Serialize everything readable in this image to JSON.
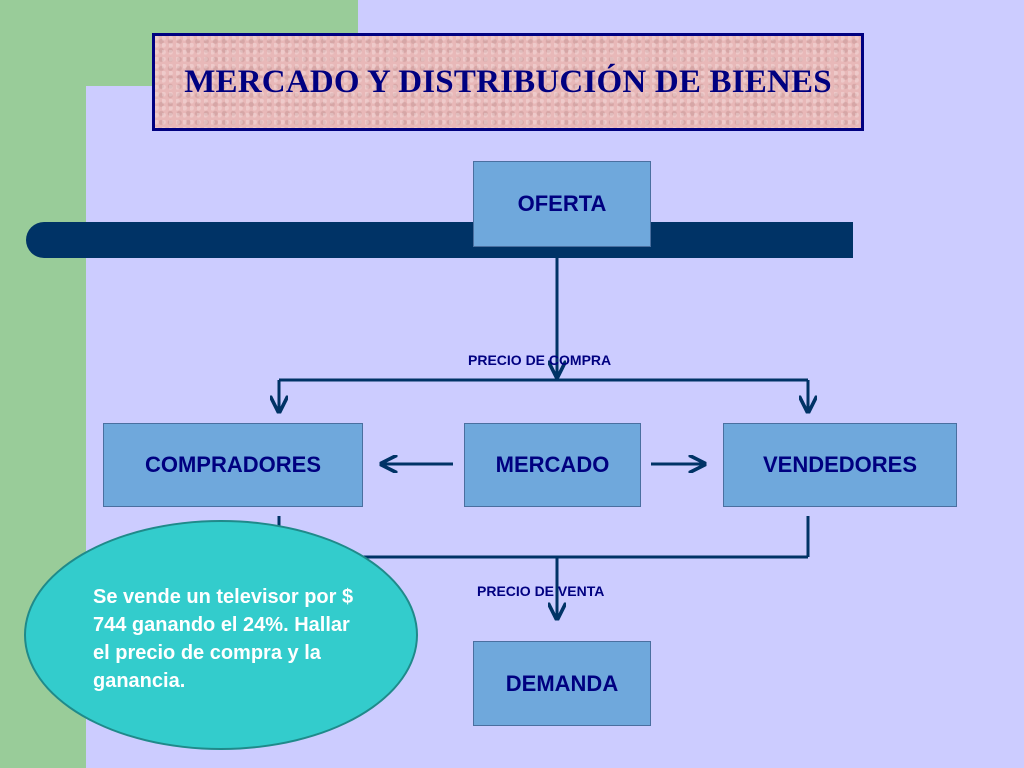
{
  "title": "MERCADO Y DISTRIBUCIÓN DE BIENES",
  "nodes": {
    "oferta": "OFERTA",
    "compradores": "COMPRADORES",
    "mercado": "MERCADO",
    "vendedores": "VENDEDORES",
    "demanda": "DEMANDA"
  },
  "labels": {
    "precio_compra": "PRECIO DE COMPRA",
    "precio_venta": "PRECIO DE VENTA"
  },
  "note": "Se vende un televisor por $ 744 ganando el 24%. Hallar el precio de compra y la ganancia.",
  "colors": {
    "background": "#ccccff",
    "accent_green": "#99cc99",
    "bar_navy": "#003366",
    "node_fill": "#6fa8dc",
    "text_navy": "#000080",
    "bubble": "#33cccc"
  }
}
